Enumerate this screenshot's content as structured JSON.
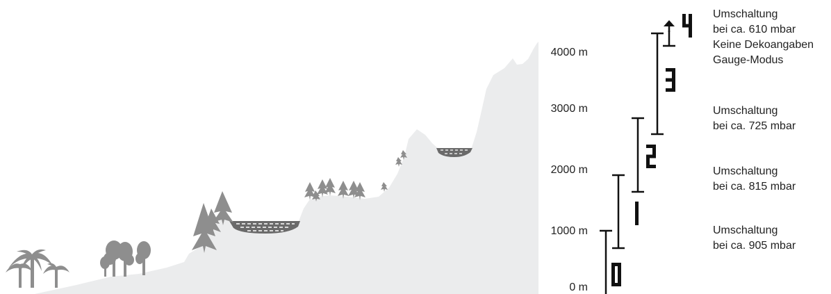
{
  "colors": {
    "terrain": "#ebeced",
    "trees": "#8e8e8e",
    "lake": "#6a6a6a",
    "ink": "#111111",
    "text": "#222222"
  },
  "altitude_labels": [
    "0 m",
    "1000 m",
    "2000 m",
    "3000 m",
    "4000 m"
  ],
  "altitude_classes": [
    {
      "digit": "0",
      "from_m": 0,
      "to_m": 1000
    },
    {
      "digit": "1",
      "from_m": 700,
      "to_m": 1900
    },
    {
      "digit": "2",
      "from_m": 1600,
      "to_m": 2800
    },
    {
      "digit": "3",
      "from_m": 2500,
      "to_m": 4300
    },
    {
      "digit": "4",
      "from_m": 4300,
      "to_m": 4500
    }
  ],
  "descriptions": [
    {
      "lines": [
        "Umschaltung",
        "bei ca. 610 mbar",
        "Keine Dekoangaben",
        "Gauge-Modus"
      ]
    },
    {
      "lines": [
        "Umschaltung",
        "bei ca. 725 mbar"
      ]
    },
    {
      "lines": [
        "Umschaltung",
        "bei ca. 815 mbar"
      ]
    },
    {
      "lines": [
        "Umschaltung",
        "bei ca. 905 mbar"
      ]
    }
  ],
  "icons": {
    "arrow": "arrow-up-icon",
    "terrain": "mountain-icon",
    "palms": "palm-tree-icon",
    "deciduous": "deciduous-tree-icon",
    "conifer": "conifer-tree-icon",
    "lake": "lake-icon"
  }
}
